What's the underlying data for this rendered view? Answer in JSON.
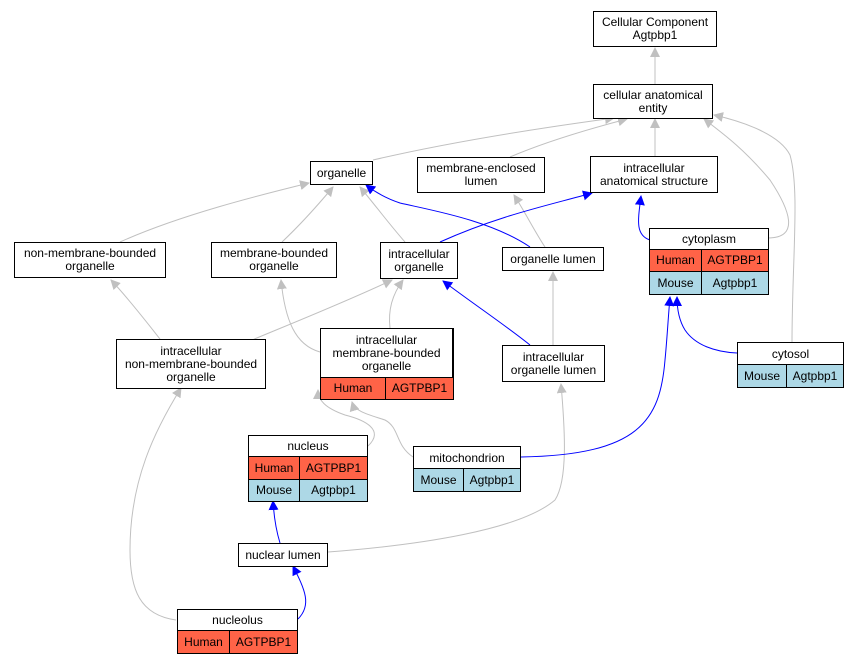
{
  "nodes": {
    "cc": "Cellular Component\nAgtpbp1",
    "cae": "cellular anatomical\nentity",
    "organelle": "organelle",
    "mel": "membrane-enclosed\nlumen",
    "ias": "intracellular\nanatomical structure",
    "nmbo": "non-membrane-bounded\norganelle",
    "mbo": "membrane-bounded\norganelle",
    "io": "intracellular\norganelle",
    "ol": "organelle lumen",
    "inmbo": "intracellular\nnon-membrane-bounded\norganelle",
    "imbo": "intracellular\nmembrane-bounded\norganelle",
    "iol": "intracellular\norganelle lumen",
    "cytoplasm": "cytoplasm",
    "cytosol": "cytosol",
    "nucleus": "nucleus",
    "mito": "mitochondrion",
    "nuclum": "nuclear lumen",
    "nucleolus": "nucleolus"
  },
  "species": {
    "human": "Human",
    "mouse": "Mouse"
  },
  "genes": {
    "human": "AGTPBP1",
    "mouse": "Agtpbp1"
  },
  "colors": {
    "human": "#ff6347",
    "mouse": "#add8e6",
    "edge_gray": "#c0c0c0",
    "edge_blue": "#0000ff"
  }
}
